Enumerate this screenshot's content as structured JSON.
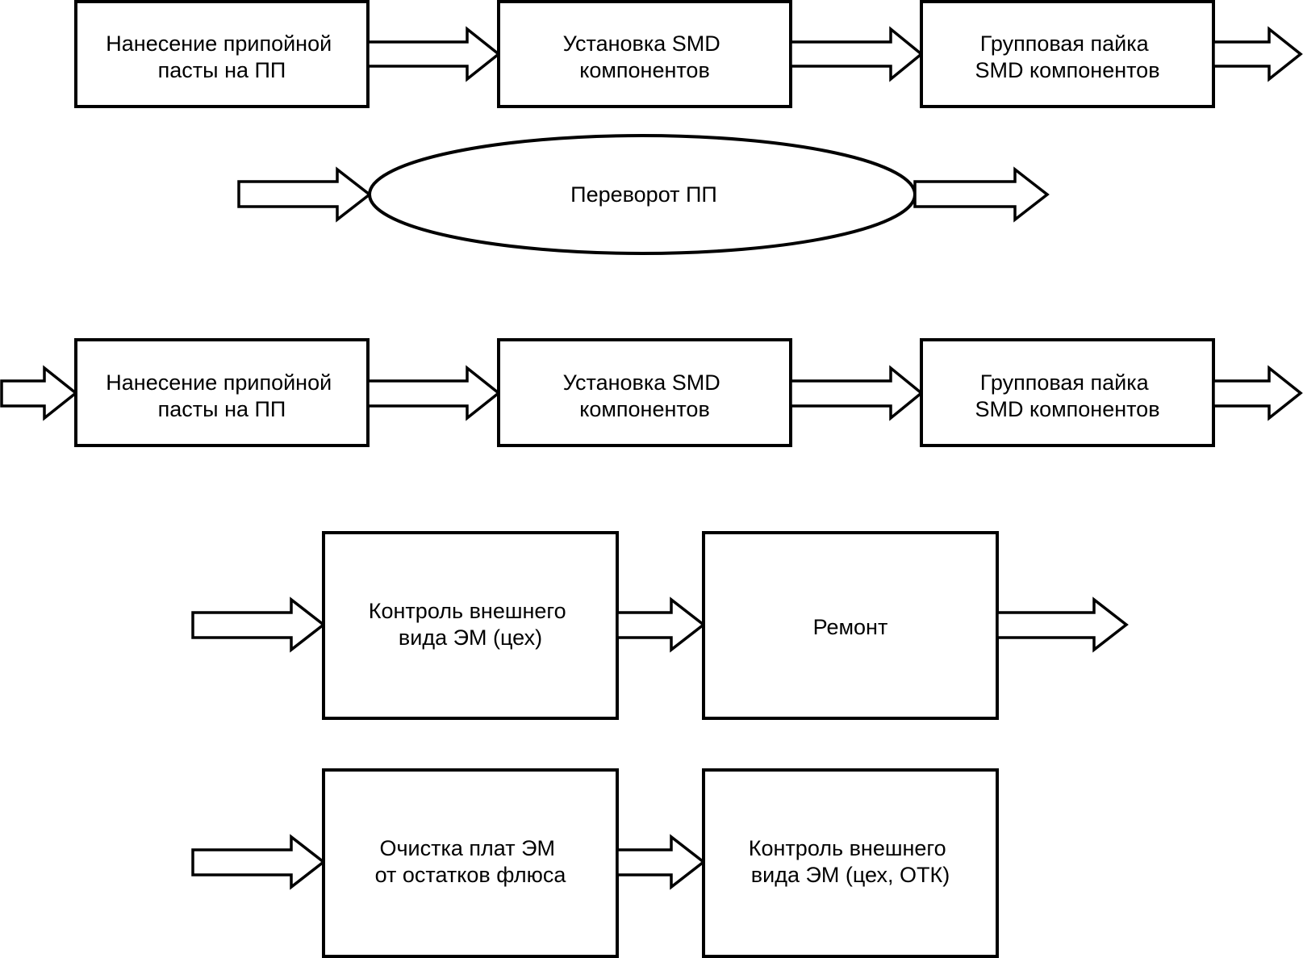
{
  "colors": {
    "stroke": "#000000",
    "fill": "#ffffff",
    "text": "#000000"
  },
  "steps": {
    "paste_1": {
      "lines": [
        "Нанесение припойной",
        "пасты на ПП"
      ]
    },
    "mount_1": {
      "lines": [
        "Установка SMD",
        "компонентов"
      ]
    },
    "solder_1": {
      "lines": [
        "Групповая пайка",
        "SMD компонентов"
      ]
    },
    "flip": {
      "lines": [
        "Переворот ПП"
      ]
    },
    "paste_2": {
      "lines": [
        "Нанесение припойной",
        "пасты на ПП"
      ]
    },
    "mount_2": {
      "lines": [
        "Установка SMD",
        "компонентов"
      ]
    },
    "solder_2": {
      "lines": [
        "Групповая пайка",
        "SMD компонентов"
      ]
    },
    "inspect_1": {
      "lines": [
        "Контроль внешнего",
        "вида ЭМ (цех)"
      ]
    },
    "repair": {
      "lines": [
        "Ремонт"
      ]
    },
    "clean": {
      "lines": [
        "Очистка плат ЭМ",
        "от остатков флюса"
      ]
    },
    "inspect_2": {
      "lines": [
        "Контроль внешнего",
        "вида ЭМ (цех, ОТК)"
      ]
    }
  }
}
